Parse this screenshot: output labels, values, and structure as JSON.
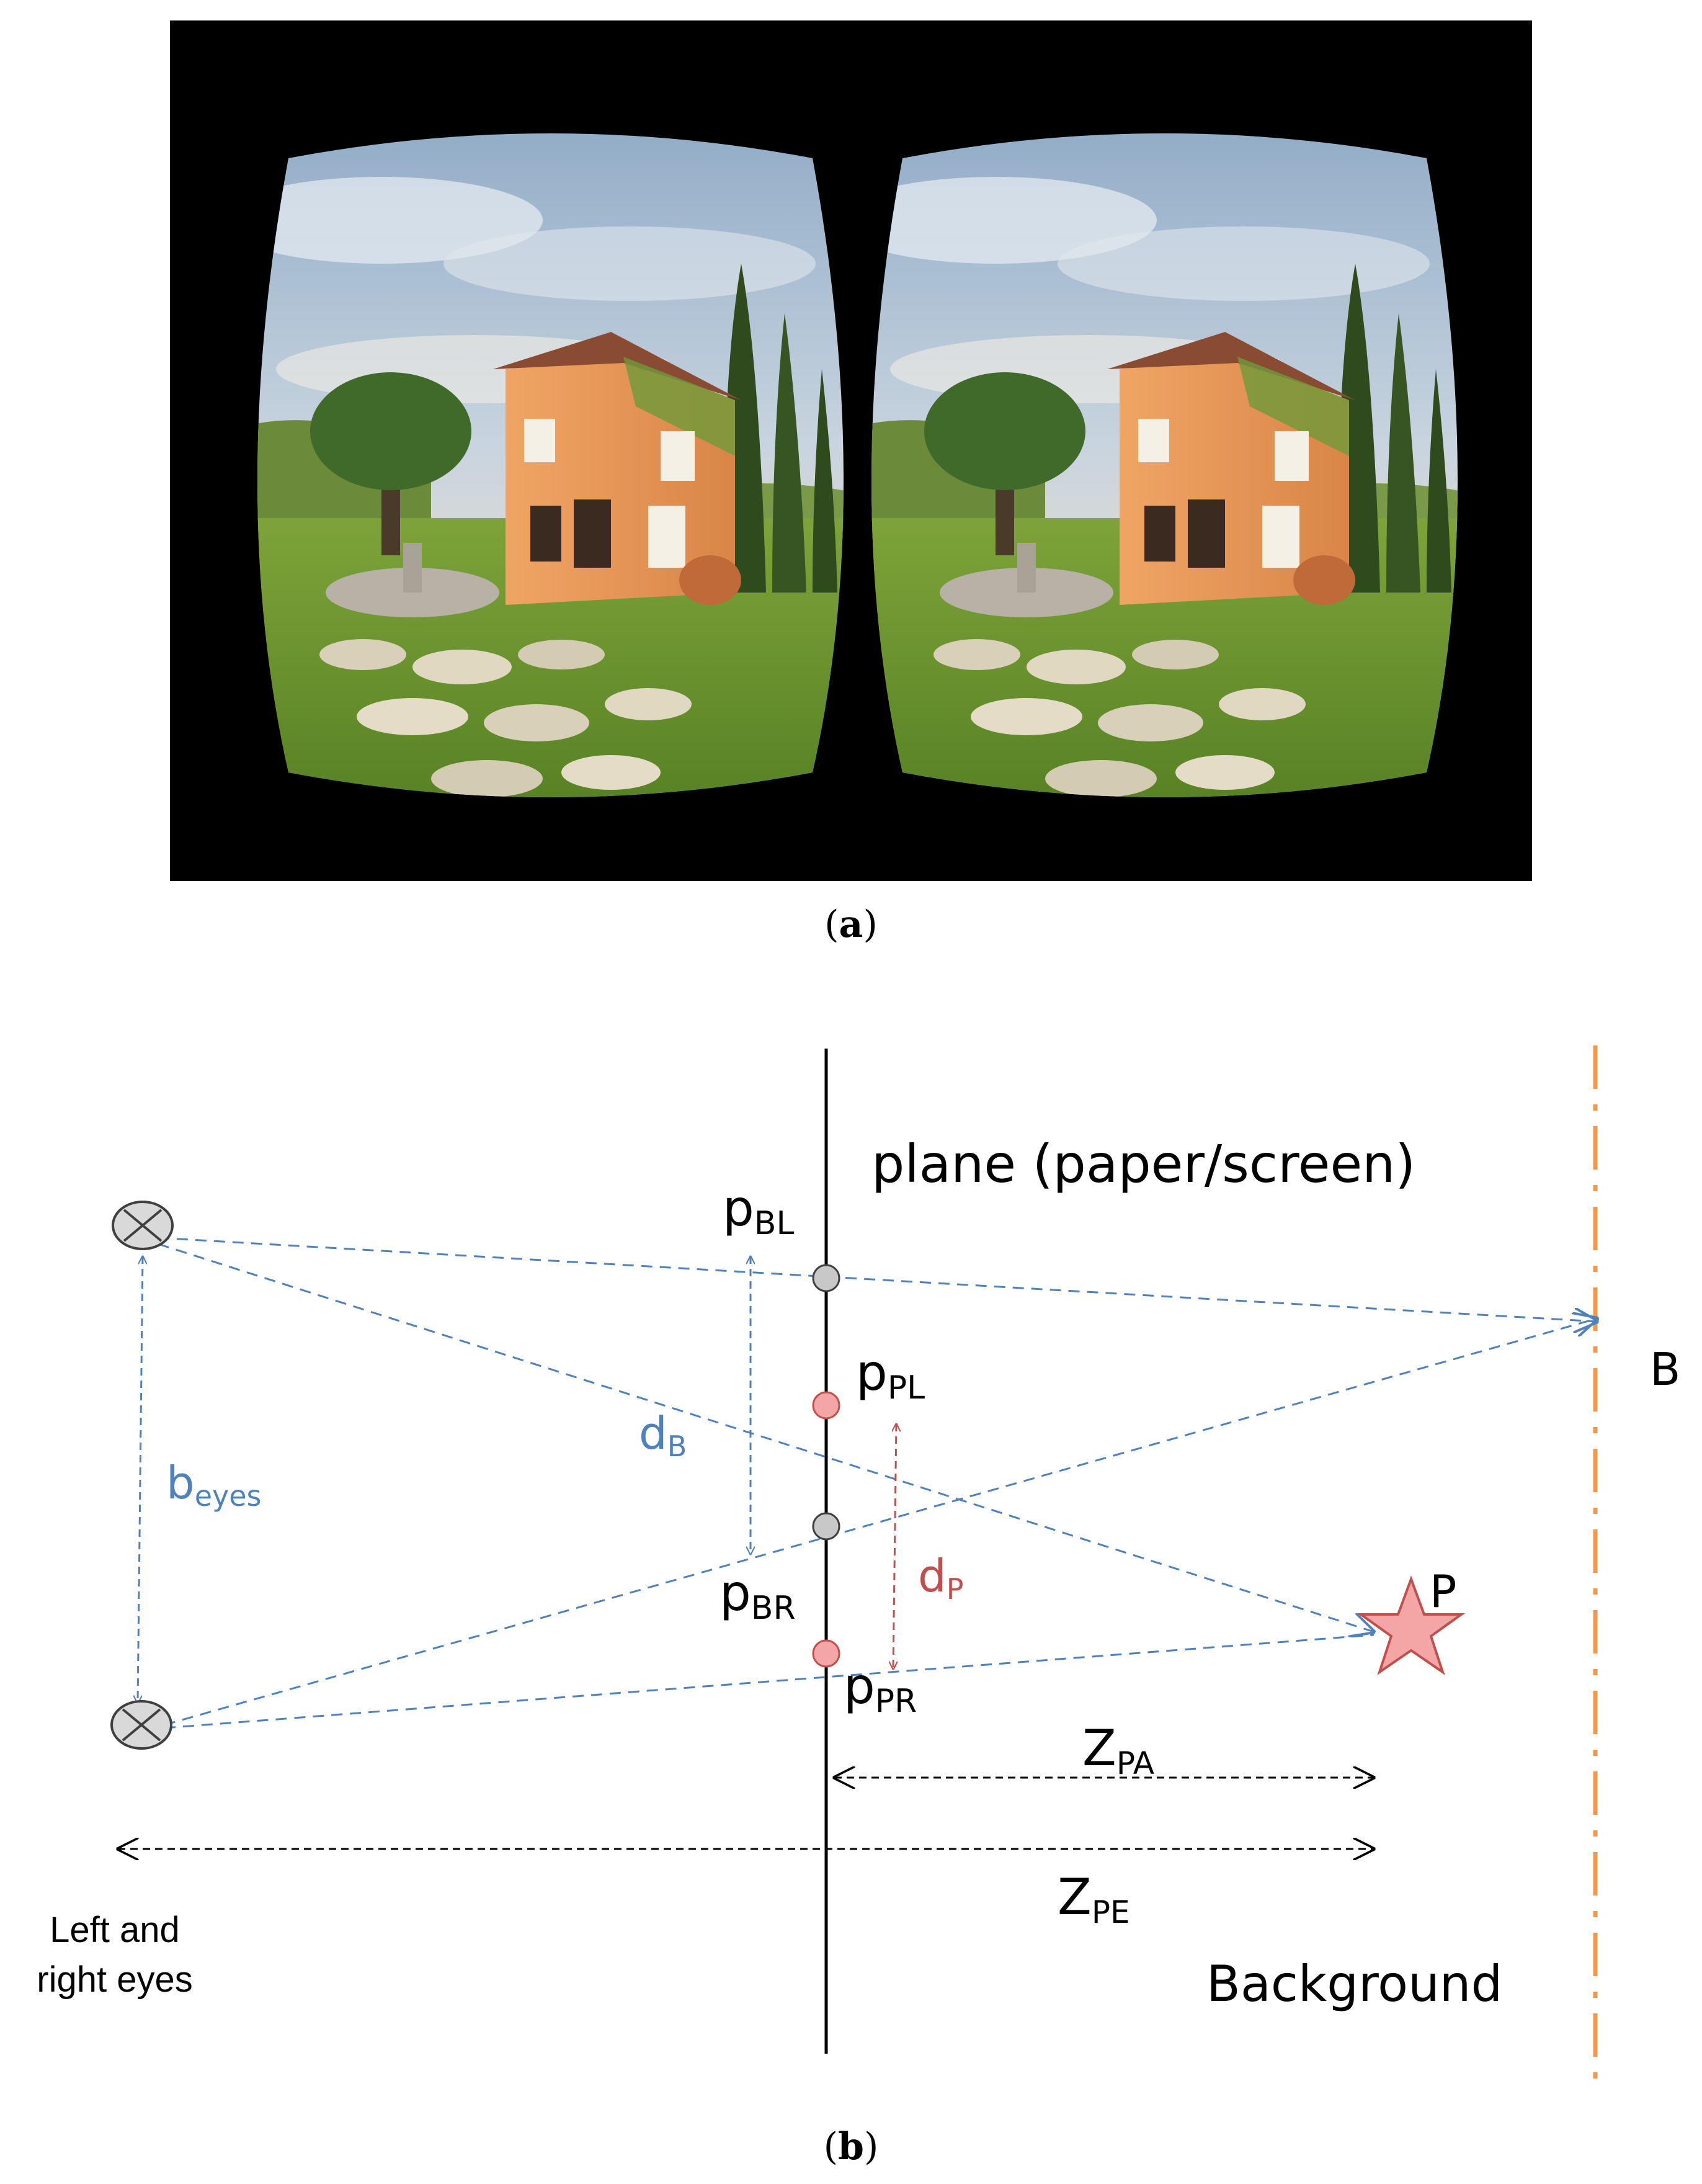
{
  "panel_a": {
    "caption_open": "(",
    "caption_letter": "a",
    "caption_close": ")",
    "colors": {
      "frame": "#000000",
      "sky": "#b9c8d8",
      "grass": "#6f9a2e",
      "house": "#e79a5c",
      "roof": "#8a4b33",
      "cypress": "#2f4a1c"
    }
  },
  "panel_b": {
    "caption_open": "(",
    "caption_letter": "b",
    "caption_close": ")",
    "plane_label": "plane (paper/screen)",
    "pBL": {
      "main": "p",
      "sub": "BL"
    },
    "pPL": {
      "main": "p",
      "sub": "PL"
    },
    "pBR": {
      "main": "p",
      "sub": "BR"
    },
    "pPR": {
      "main": "p",
      "sub": "PR"
    },
    "dB": {
      "main": "d",
      "sub": "B"
    },
    "dP": {
      "main": "d",
      "sub": "P"
    },
    "beyes": {
      "main": "b",
      "sub": "eyes"
    },
    "ZPA": {
      "main": "Z",
      "sub": "PA"
    },
    "ZPE": {
      "main": "Z",
      "sub": "PE"
    },
    "label_P": "P",
    "label_B": "B",
    "eyes_line1": "Left and",
    "eyes_line2": "right eyes",
    "background_label": "Background",
    "colors": {
      "blue": "#4f81bd",
      "red": "#c0504d",
      "orange": "#f79646",
      "black": "#000000",
      "star_fill": "#f4a6a6",
      "gray_dot": "#c8c8c8",
      "red_dot": "#f4a6a6"
    }
  }
}
